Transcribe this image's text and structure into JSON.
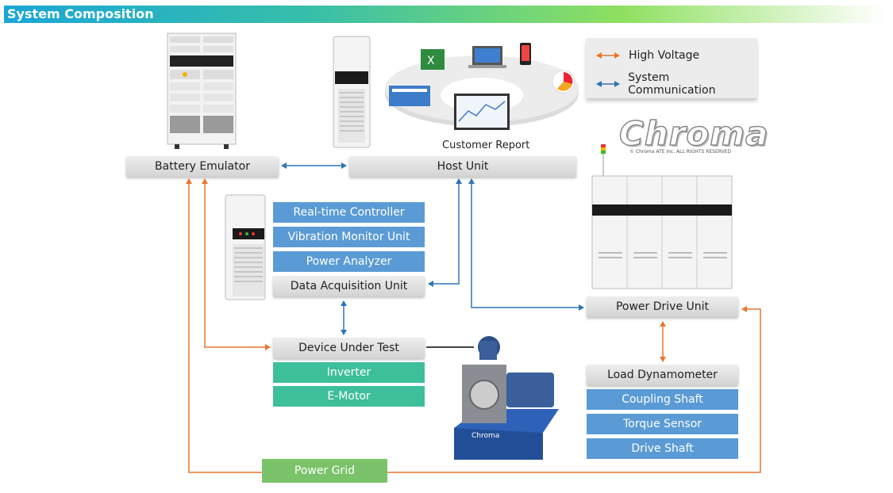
{
  "header": {
    "title": "System Composition"
  },
  "legend": {
    "high_voltage": "High Voltage",
    "system_communication": "System Communication"
  },
  "brand": {
    "logo_text": "Chroma",
    "copyright": "© Chroma ATE Inc. ALL RIGHTS RESERVED",
    "base_label": "Chroma"
  },
  "customer_report": "Customer Report",
  "nodes": {
    "battery_emulator": "Battery Emulator",
    "host_unit": "Host Unit",
    "realtime_controller": "Real-time Controller",
    "vibration_monitor": "Vibration Monitor Unit",
    "power_analyzer": "Power Analyzer",
    "data_acquisition": "Data Acquisition Unit",
    "device_under_test": "Device Under Test",
    "inverter": "Inverter",
    "emotor": "E-Motor",
    "power_drive": "Power Drive Unit",
    "load_dynamometer": "Load Dynamometer",
    "coupling_shaft": "Coupling Shaft",
    "torque_sensor": "Torque Sensor",
    "drive_shaft": "Drive Shaft",
    "power_grid": "Power Grid"
  },
  "colors": {
    "high_voltage": "#e8772e",
    "communication": "#2e75b6"
  }
}
